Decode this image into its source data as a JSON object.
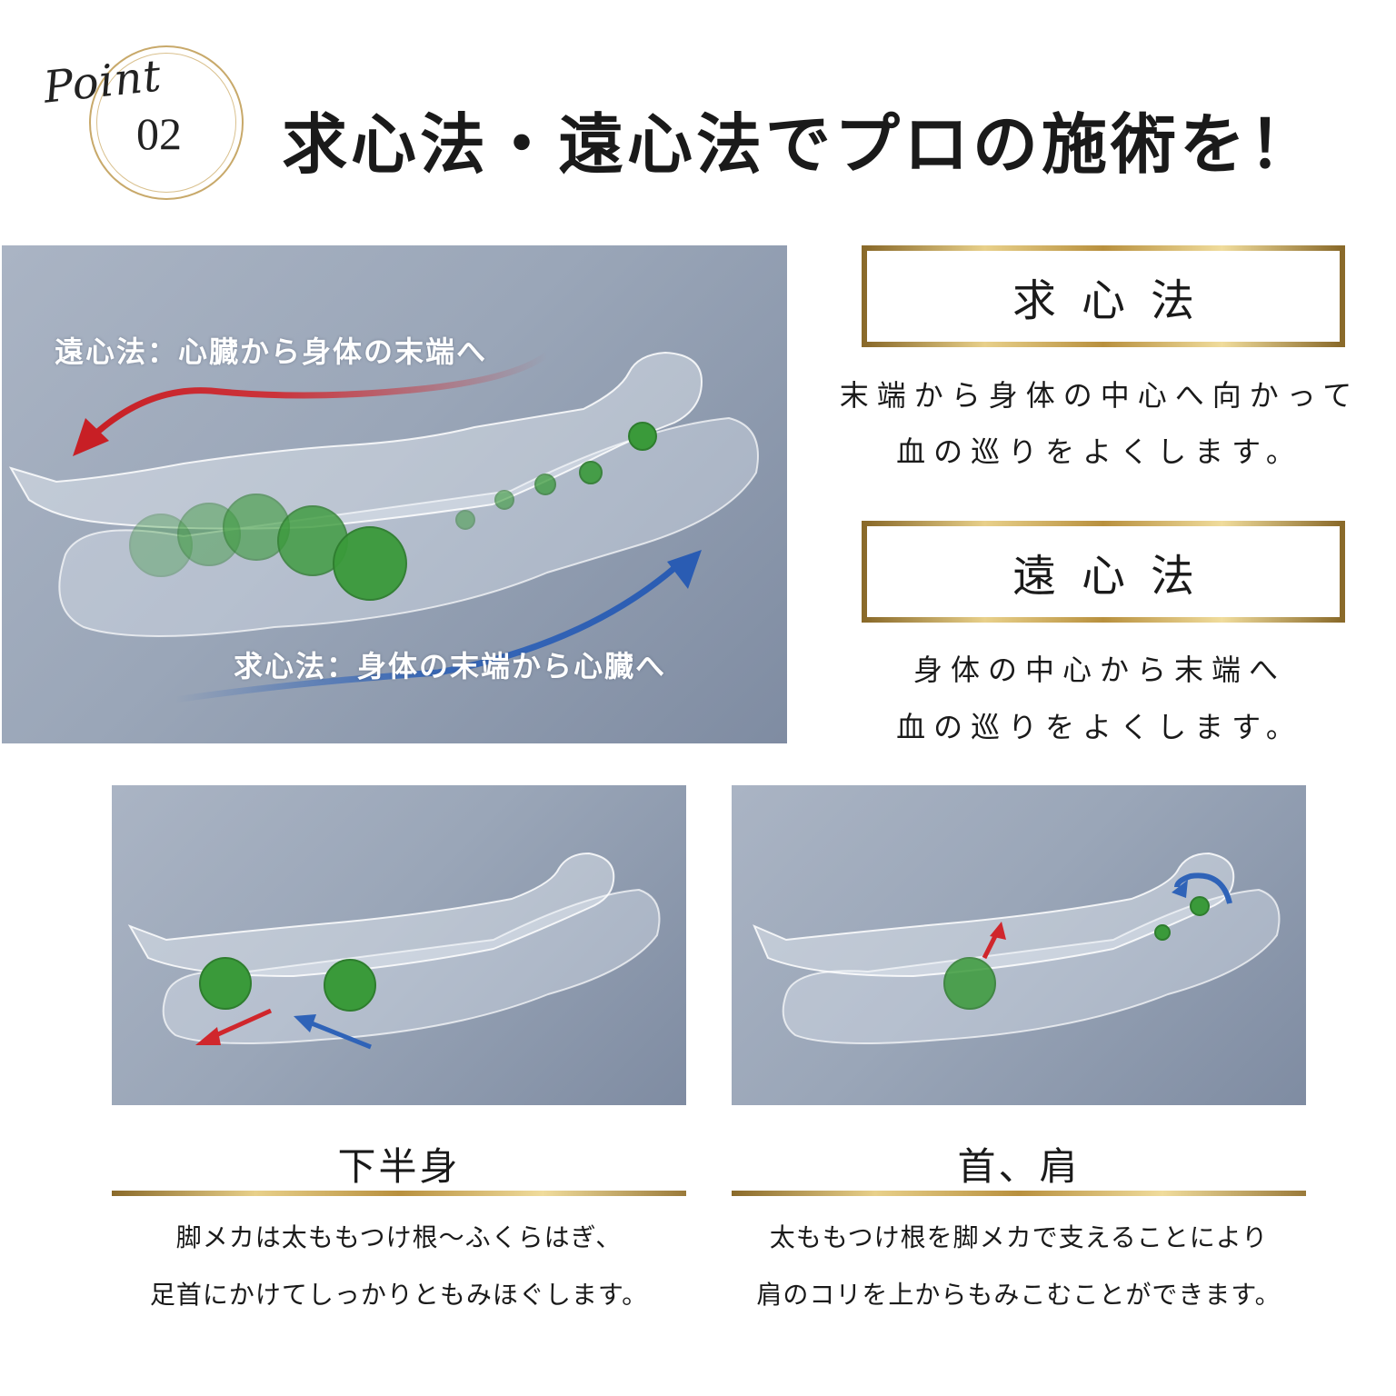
{
  "header": {
    "point_script": "Point",
    "point_number": "02",
    "title": "求心法・遠心法でプロの施術を！"
  },
  "main_image": {
    "enshinho_caption": "遠心法：心臓から身体の末端へ",
    "kyushinho_caption": "求心法：身体の末端から心臓へ",
    "arrow_colors": {
      "red": "#d0262c",
      "blue": "#2f63b8"
    },
    "node_color": "#3a9a3a"
  },
  "methods": [
    {
      "title": "求心法",
      "lines": [
        "末端から身体の中心へ向かって",
        "血の巡りをよくします。"
      ]
    },
    {
      "title": "遠心法",
      "lines": [
        "身体の中心から末端へ",
        "血の巡りをよくします。"
      ]
    }
  ],
  "areas": [
    {
      "title": "下半身",
      "lines": [
        "脚メカは太ももつけ根〜ふくらはぎ、",
        "足首にかけてしっかりともみほぐします。"
      ]
    },
    {
      "title": "首、肩",
      "lines": [
        "太ももつけ根を脚メカで支えることにより",
        "肩のコリを上からもみこむことができます。"
      ]
    }
  ]
}
